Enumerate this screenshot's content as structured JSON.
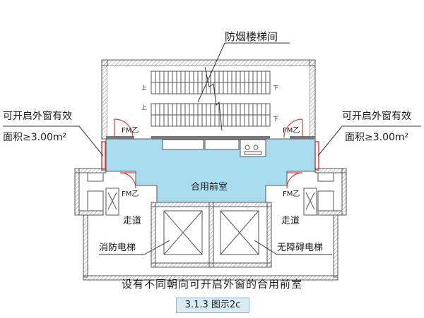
{
  "labels": {
    "stair": "防烟楼梯间",
    "left_window_line1": "可开启外窗有效",
    "left_window_line2": "面积≥3.00m²",
    "right_window_line1": "可开启外窗有效",
    "right_window_line2": "面积≥3.00m²",
    "fm_left_upper": "FM乙",
    "fm_right_upper": "FM乙",
    "fm_left_lower": "FM乙",
    "fm_right_lower": "FM乙",
    "lobby": "合用前室",
    "corridor_left": "走道",
    "corridor_right": "走道",
    "fire_elevator": "消防电梯",
    "accessible_elevator": "无障碍电梯",
    "stair_up_upper": "上",
    "stair_down_upper": "下",
    "stair_up_lower": "上",
    "stair_down_lower": "下"
  },
  "caption": "设有不同朝向可开启外窗的合用前室",
  "figure_number": "3.1.3 图示2c",
  "colors": {
    "lobby_fill": "#a9dcef",
    "wall": "#5a5a5a",
    "hatch": "#9a9a9a",
    "window_red": "#e23b3b",
    "door_red": "#e23b3b",
    "fig_box": "#d8ebf3"
  }
}
